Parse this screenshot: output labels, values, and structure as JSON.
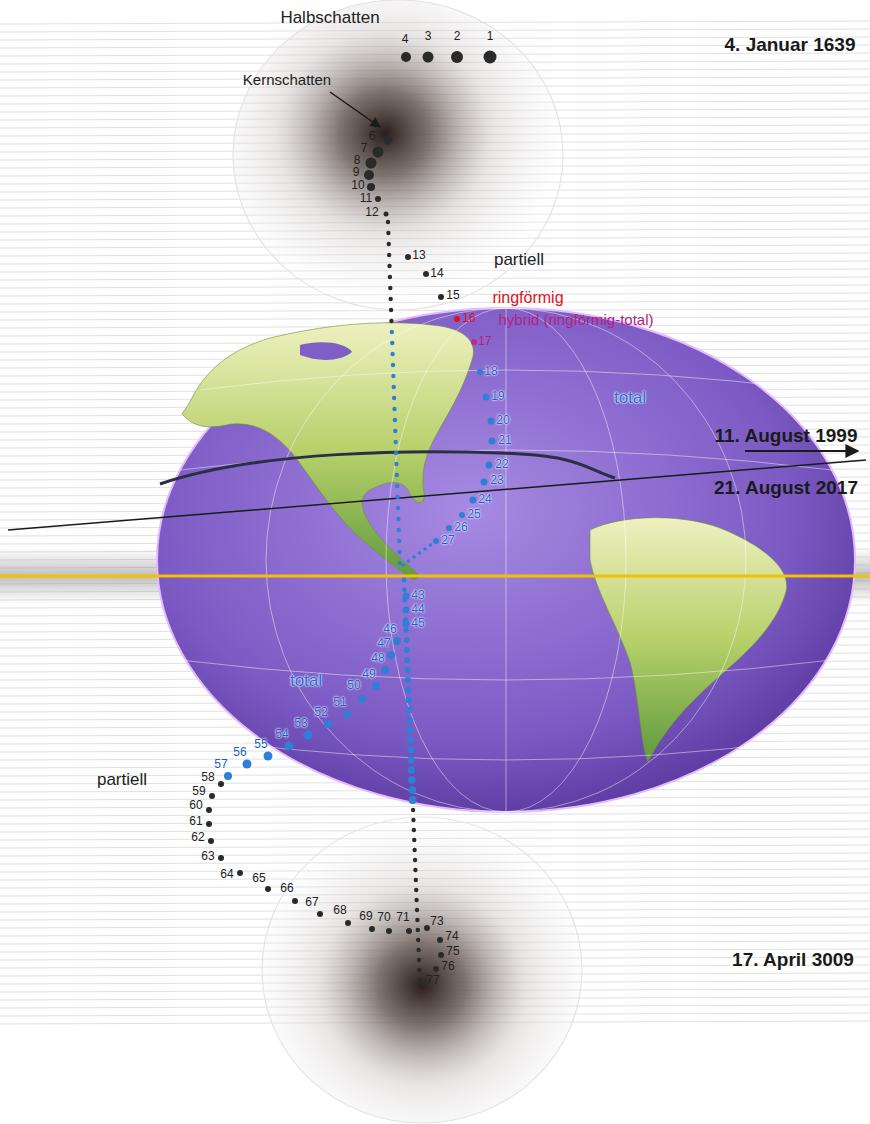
{
  "diagram": {
    "labels": [
      "Halbschatten",
      "Kernschatten",
      "4. Januar 1639",
      "1",
      "2",
      "3",
      "4",
      "6",
      "7",
      "8",
      "9",
      "10",
      "11",
      "12",
      "13",
      "14",
      "15",
      "16",
      "17",
      "18",
      "19",
      "20",
      "21",
      "22",
      "23",
      "24",
      "25",
      "26",
      "27",
      "partiell",
      "ringförmig",
      "hybrid (ringförmig-total)",
      "total",
      "11. August 1999",
      "21. August 2017",
      "43",
      "44",
      "45",
      "46",
      "47",
      "48",
      "49",
      "50",
      "51",
      "52",
      "53",
      "54",
      "55",
      "56",
      "57",
      "total",
      "58",
      "59",
      "60",
      "61",
      "62",
      "63",
      "64",
      "65",
      "66",
      "67",
      "68",
      "69",
      "70",
      "71",
      "73",
      "74",
      "75",
      "76",
      "77",
      "partiell",
      "17. April 3009"
    ]
  }
}
